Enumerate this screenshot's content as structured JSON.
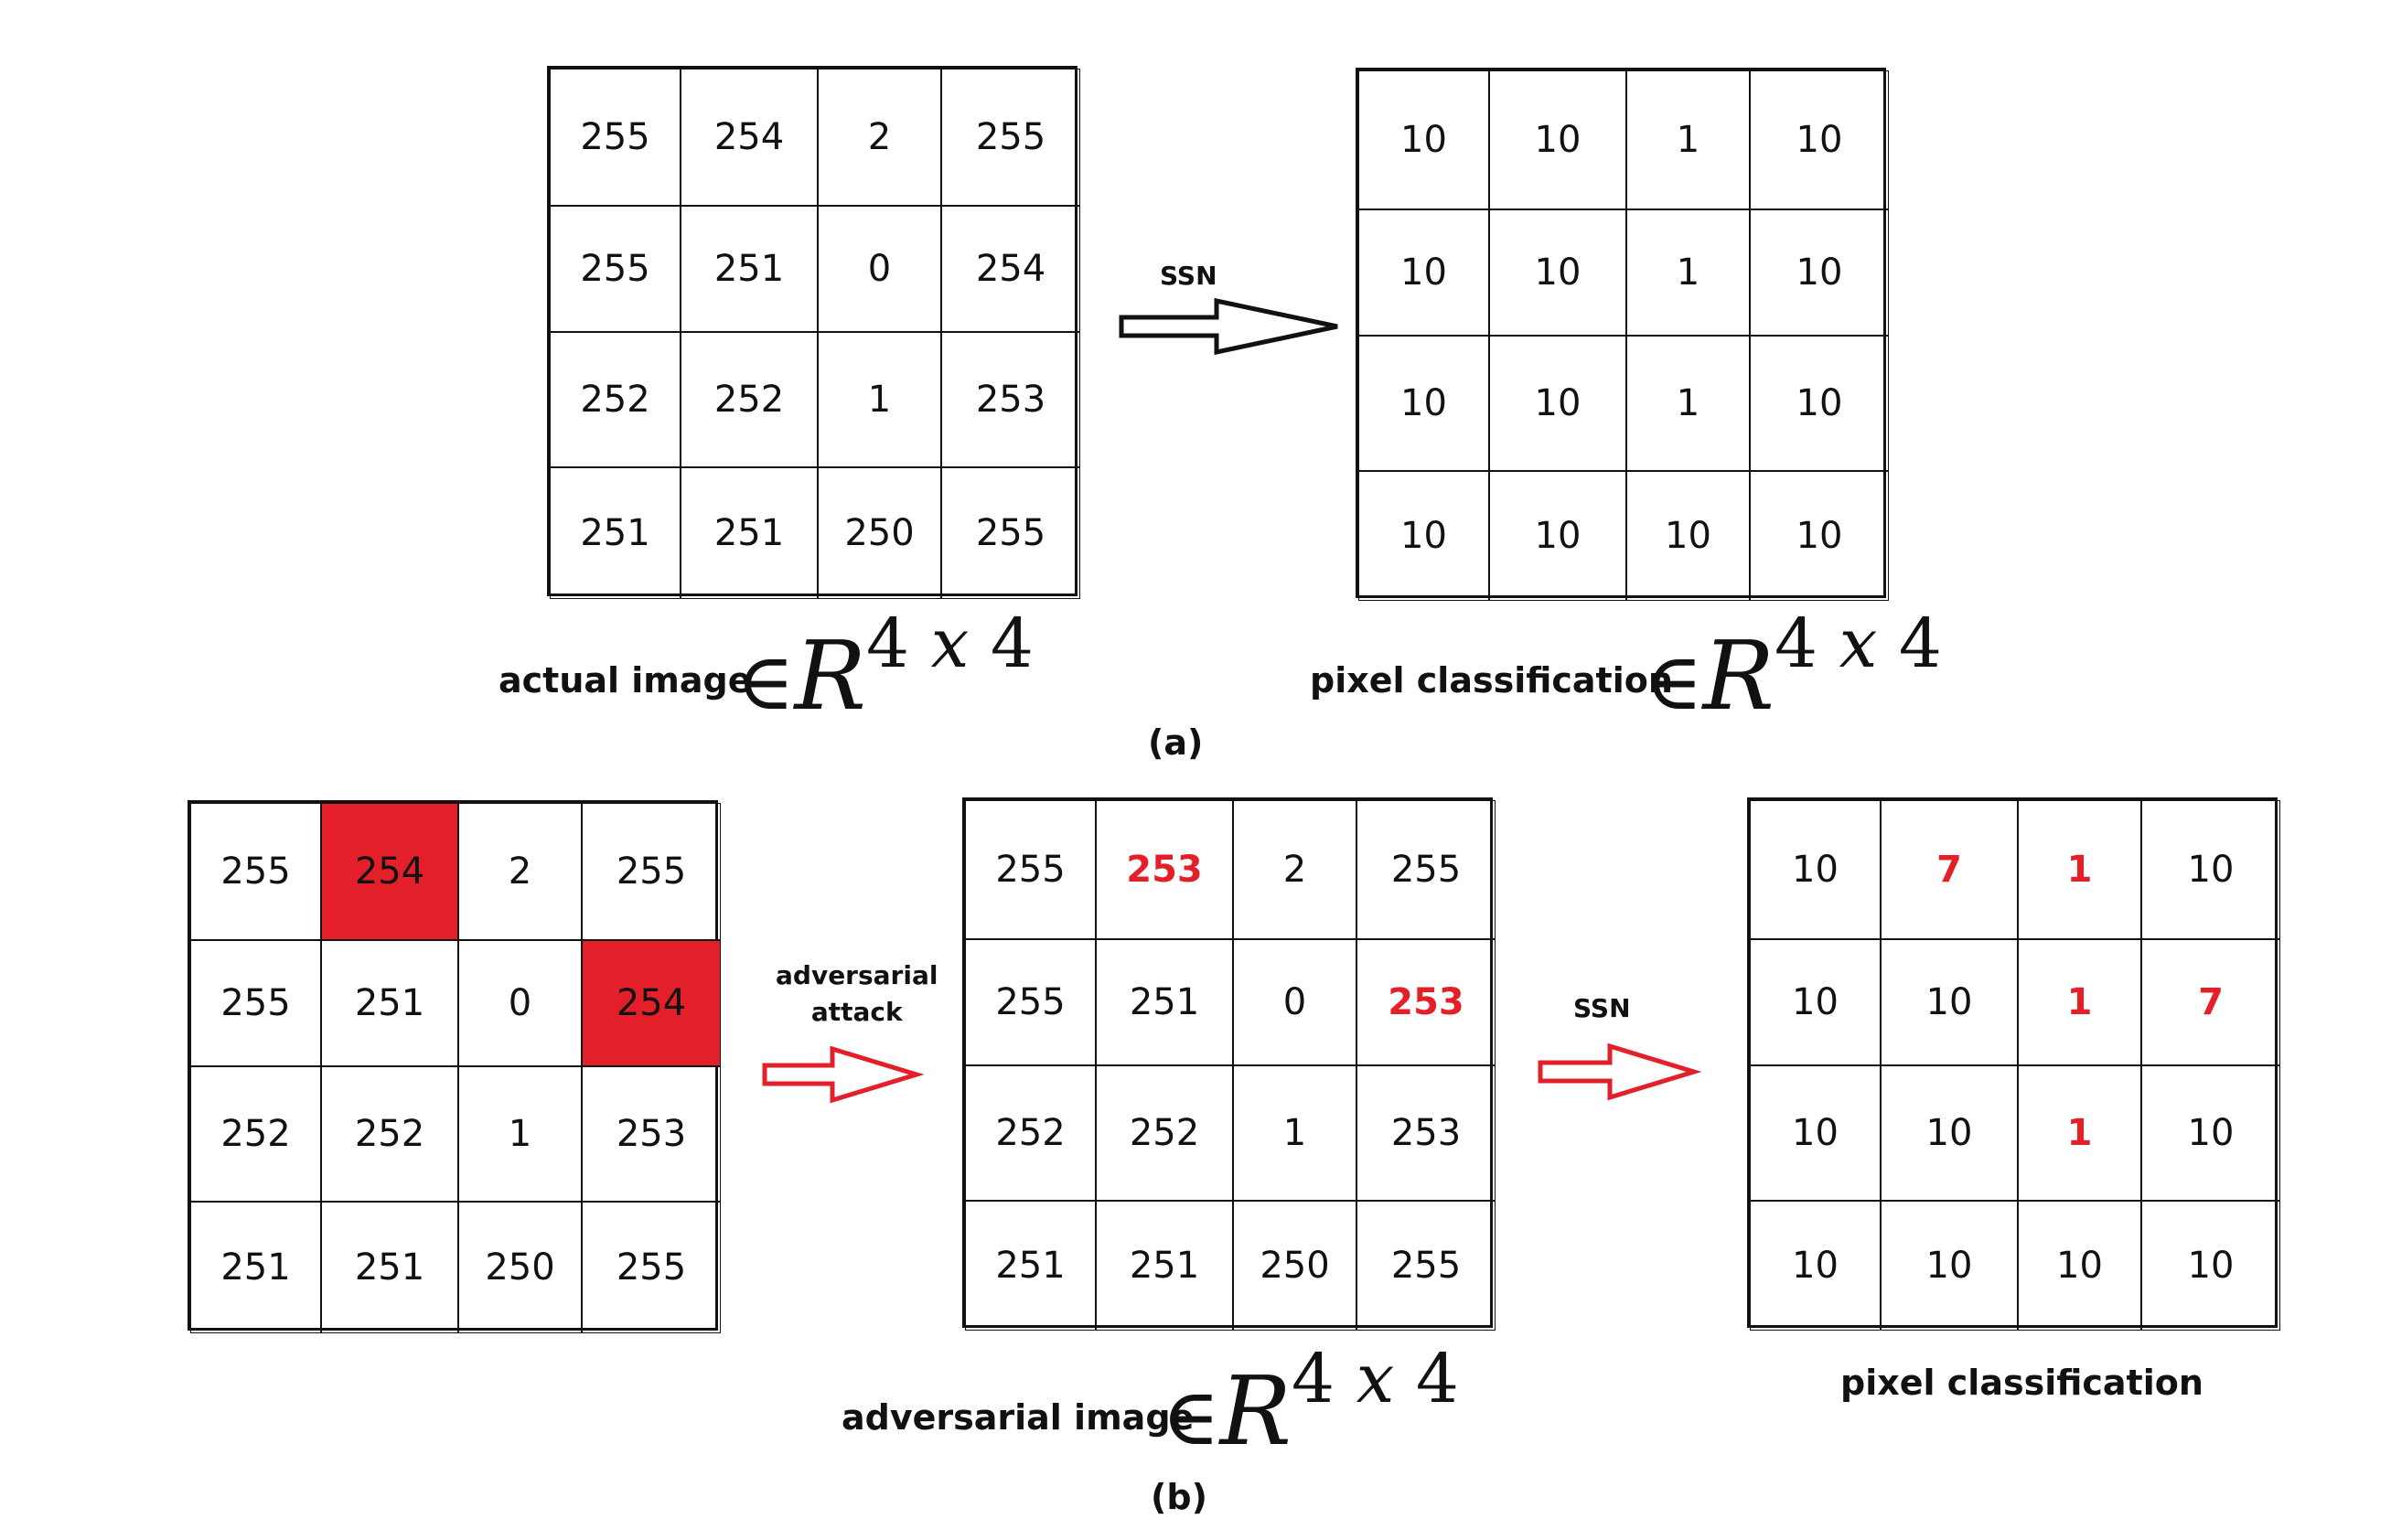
{
  "panel_a": {
    "input_grid": [
      [
        "255",
        "254",
        "2",
        "255"
      ],
      [
        "255",
        "251",
        "0",
        "254"
      ],
      [
        "252",
        "252",
        "1",
        "253"
      ],
      [
        "251",
        "251",
        "250",
        "255"
      ]
    ],
    "arrow_label": "SSN",
    "output_grid": [
      [
        "10",
        "10",
        "1",
        "10"
      ],
      [
        "10",
        "10",
        "1",
        "10"
      ],
      [
        "10",
        "10",
        "1",
        "10"
      ],
      [
        "10",
        "10",
        "10",
        "10"
      ]
    ],
    "input_label": "actual image",
    "output_label": "pixel classification",
    "space_symbol": "∈",
    "space_R": "R",
    "space_dims_a": "4",
    "space_dims_x": "x",
    "space_dims_b": "4",
    "caption": "(a)"
  },
  "panel_b": {
    "input_grid": [
      [
        "255",
        "254",
        "2",
        "255"
      ],
      [
        "255",
        "251",
        "0",
        "254"
      ],
      [
        "252",
        "252",
        "1",
        "253"
      ],
      [
        "251",
        "251",
        "250",
        "255"
      ]
    ],
    "highlighted_cells": [
      [
        0,
        1
      ],
      [
        1,
        3
      ]
    ],
    "attack_label_line1": "adversarial",
    "attack_label_line2": "attack",
    "adversarial_grid": [
      [
        "255",
        "253",
        "2",
        "255"
      ],
      [
        "255",
        "251",
        "0",
        "253"
      ],
      [
        "252",
        "252",
        "1",
        "253"
      ],
      [
        "251",
        "251",
        "250",
        "255"
      ]
    ],
    "adversarial_changed_cells": [
      [
        0,
        1
      ],
      [
        1,
        3
      ]
    ],
    "arrow_label": "SSN",
    "output_grid": [
      [
        "10",
        "7",
        "1",
        "10"
      ],
      [
        "10",
        "10",
        "1",
        "7"
      ],
      [
        "10",
        "10",
        "1",
        "10"
      ],
      [
        "10",
        "10",
        "10",
        "10"
      ]
    ],
    "output_changed_cells": [
      [
        0,
        1
      ],
      [
        0,
        2
      ],
      [
        1,
        2
      ],
      [
        1,
        3
      ],
      [
        2,
        2
      ]
    ],
    "adversarial_label": "adversarial image",
    "output_label": "pixel classification",
    "space_symbol": "∈",
    "space_R": "R",
    "space_dims_a": "4",
    "space_dims_x": "x",
    "space_dims_b": "4",
    "caption": "(b)"
  },
  "colors": {
    "highlight": "#e3202a",
    "arrow_black": "#111111",
    "arrow_red": "#e3202a"
  }
}
